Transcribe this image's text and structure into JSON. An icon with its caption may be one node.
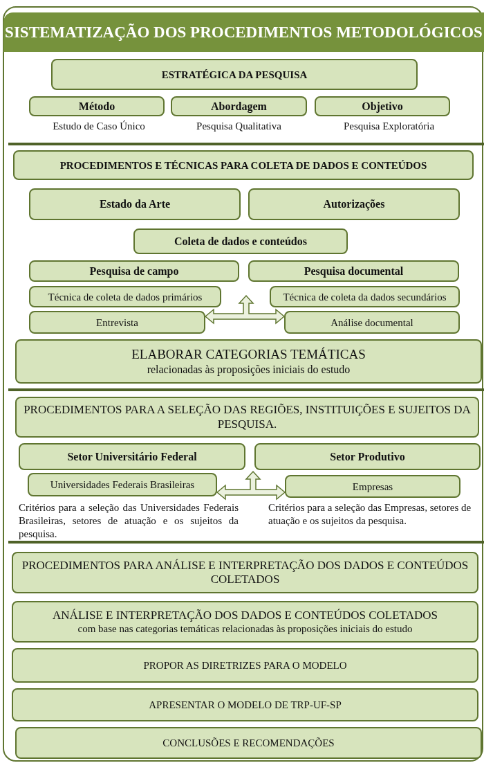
{
  "diagram": {
    "title": "SISTEMATIZAÇÃO DOS PROCEDIMENTOS METODOLÓGICOS",
    "nodes": [
      {
        "text": [
          "ESTRATÉGICA DA PESQUISA"
        ]
      },
      {
        "text": [
          "Método"
        ],
        "beside": [
          "Estudo de Caso Único"
        ]
      },
      {
        "text": [
          "Abordagem"
        ],
        "beside": [
          "Pesquisa Qualitativa"
        ]
      },
      {
        "text": [
          "Objetivo"
        ],
        "beside": [
          "Pesquisa Exploratória"
        ]
      },
      {
        "text": [
          "PROCEDIMENTOS E TÉCNICAS PARA COLETA DE DADOS E CONTEÚDOS"
        ]
      },
      {
        "text": [
          "Estado da Arte"
        ]
      },
      {
        "text": [
          "Autorizações"
        ]
      },
      {
        "text": [
          "Coleta de dados e conteúdos"
        ]
      },
      {
        "text": [
          "Pesquisa de campo"
        ]
      },
      {
        "text": [
          "Pesquisa documental"
        ]
      },
      {
        "text": [
          "Técnica de coleta de dados primários"
        ]
      },
      {
        "text": [
          "Técnica de coleta da dados secundários"
        ]
      },
      {
        "text": [
          "Entrevista"
        ]
      },
      {
        "text": [
          "Análise documental"
        ]
      },
      {
        "text": [
          "ELABORAR CATEGORIAS TEMÁTICAS",
          "relacionadas às proposições iniciais do estudo"
        ]
      },
      {
        "text": [
          "PROCEDIMENTOS PARA A SELEÇÃO DAS REGIÕES, INSTITUIÇÕES E SUJEITOS DA PESQUISA."
        ]
      },
      {
        "text": [
          "Setor Universitário Federal"
        ]
      },
      {
        "text": [
          "Setor Produtivo"
        ]
      },
      {
        "text": [
          "Universidades Federais Brasileiras"
        ],
        "beside": [
          "Critérios para a seleção das Universidades Federais Brasileiras, setores de atuação e os sujeitos da pesquisa."
        ]
      },
      {
        "text": [
          "Empresas"
        ],
        "beside": [
          "Critérios para a seleção das Empresas, setores de atuação e os sujeitos da pesquisa."
        ]
      },
      {
        "text": [
          "PROCEDIMENTOS PARA ANÁLISE E INTERPRETAÇÃO DOS DADOS E CONTEÚDOS COLETADOS"
        ]
      },
      {
        "text": [
          "ANÁLISE E INTERPRETAÇÃO DOS DADOS E CONTEÚDOS COLETADOS",
          "com base nas categorias temáticas relacionadas às proposições iniciais do estudo"
        ]
      },
      {
        "text": [
          "PROPOR AS DIRETRIZES PARA O MODELO"
        ]
      },
      {
        "text": [
          "APRESENTAR O MODELO DE TRP-UF-SP"
        ]
      },
      {
        "text": [
          "CONCLUSÕES E RECOMENDAÇÕES"
        ]
      }
    ],
    "edges": [
      {
        "from": 12,
        "to": 13,
        "arrow": "both"
      },
      {
        "from": 18,
        "to": 19,
        "arrow": "both"
      }
    ]
  }
}
